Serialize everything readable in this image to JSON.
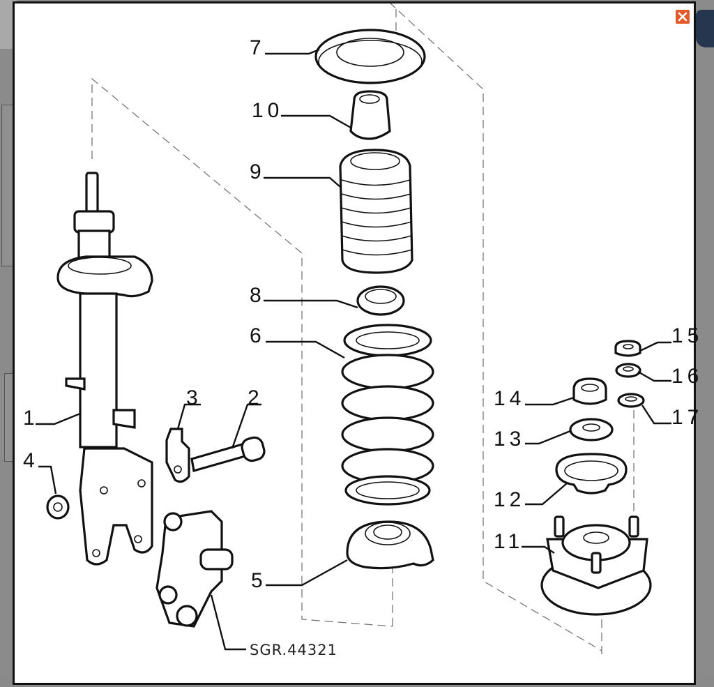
{
  "window": {
    "close_icon": "close-icon",
    "close_color": "#e25a2a"
  },
  "diagram": {
    "title": "Front suspension strut exploded view",
    "reference_code": "SGR.44321",
    "callouts": [
      {
        "number": "1",
        "part": "strut-body"
      },
      {
        "number": "2",
        "part": "bolt"
      },
      {
        "number": "3",
        "part": "bracket"
      },
      {
        "number": "4",
        "part": "nut"
      },
      {
        "number": "5",
        "part": "lower-spring-seat"
      },
      {
        "number": "6",
        "part": "coil-spring"
      },
      {
        "number": "7",
        "part": "upper-spring-seat"
      },
      {
        "number": "8",
        "part": "spacer-ring"
      },
      {
        "number": "9",
        "part": "dust-boot"
      },
      {
        "number": "10",
        "part": "bump-stop"
      },
      {
        "number": "11",
        "part": "top-mount"
      },
      {
        "number": "12",
        "part": "cup"
      },
      {
        "number": "13",
        "part": "washer"
      },
      {
        "number": "14",
        "part": "lock-nut"
      },
      {
        "number": "15",
        "part": "nut"
      },
      {
        "number": "16",
        "part": "spring-washer"
      },
      {
        "number": "17",
        "part": "flat-washer"
      }
    ]
  }
}
